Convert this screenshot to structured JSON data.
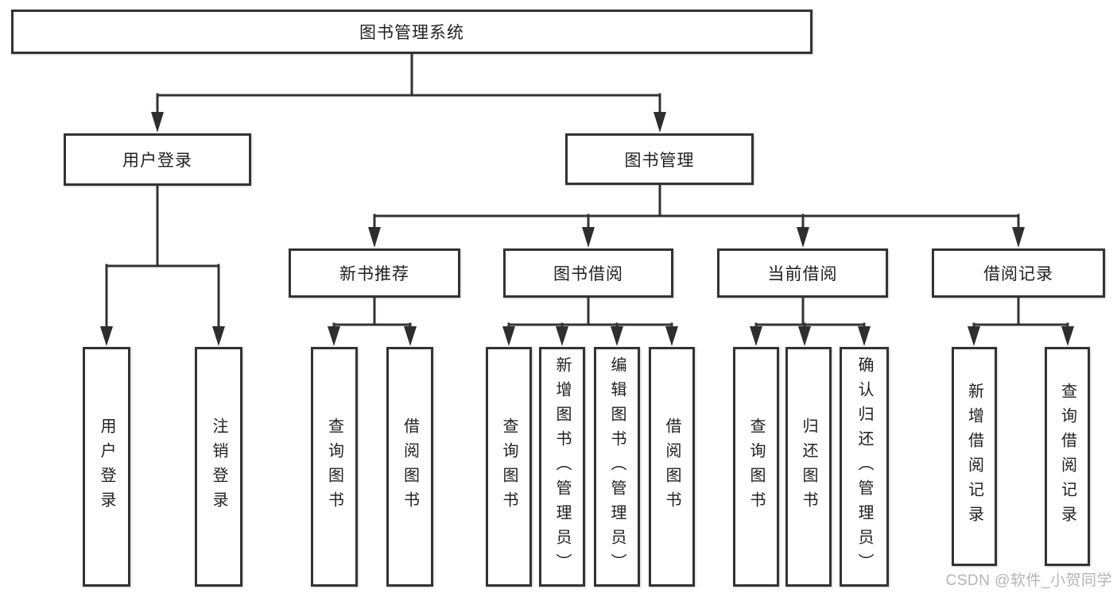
{
  "tree": {
    "label": "图书管理系统",
    "children": [
      {
        "label": "用户登录",
        "children": [
          {
            "label": "用户登录"
          },
          {
            "label": "注销登录"
          }
        ]
      },
      {
        "label": "图书管理",
        "children": [
          {
            "label": "新书推荐",
            "children": [
              {
                "label": "查询图书"
              },
              {
                "label": "借阅图书"
              }
            ]
          },
          {
            "label": "图书借阅",
            "children": [
              {
                "label": "查询图书"
              },
              {
                "label": "新增图书（管理员）"
              },
              {
                "label": "编辑图书（管理员）"
              },
              {
                "label": "借阅图书"
              }
            ]
          },
          {
            "label": "当前借阅",
            "children": [
              {
                "label": "查询图书"
              },
              {
                "label": "归还图书"
              },
              {
                "label": "确认归还（管理员）"
              }
            ]
          },
          {
            "label": "借阅记录",
            "children": [
              {
                "label": "新增借阅记录"
              },
              {
                "label": "查询借阅记录"
              }
            ]
          }
        ]
      }
    ]
  },
  "watermark": {
    "text": "CSDN @软件_小贺同学"
  },
  "colors": {
    "line": "#333333",
    "box_border": "#333333",
    "box_background": "#ffffff",
    "text": "#1f1f1f",
    "watermark": "#b4b4b4"
  }
}
